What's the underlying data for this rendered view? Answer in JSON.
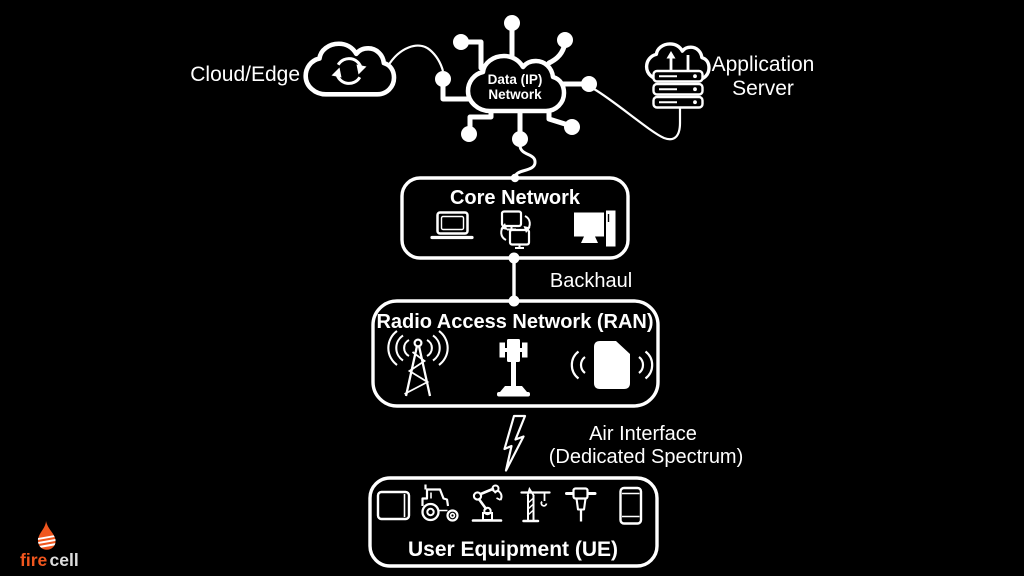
{
  "page": {
    "background": "#000000",
    "foreground": "#FFFFFF"
  },
  "diagram": {
    "cloud_edge": {
      "label": "Cloud/Edge"
    },
    "data_network": {
      "label_line1": "Data (IP)",
      "label_line2": "Network"
    },
    "application_server": {
      "label_line1": "Application",
      "label_line2": "Server"
    },
    "core_network": {
      "title": "Core Network"
    },
    "links": {
      "backhaul_label": "Backhaul",
      "air_interface_line1": "Air Interface",
      "air_interface_line2": "(Dedicated Spectrum)"
    },
    "ran": {
      "title": "Radio Access Network (RAN)"
    },
    "user_equipment": {
      "title": "User Equipment (UE)"
    }
  },
  "icons": {
    "cloud_edge_icon": "sync-cloud-icon",
    "data_network_icon": "network-cloud-icon",
    "application_server_icon": "cloud-server-stack-icon",
    "core_icons": [
      "laptop-icon",
      "sync-monitors-icon",
      "desktop-computer-icon"
    ],
    "ran_icons": [
      "radio-tower-icon",
      "small-cell-antenna-icon",
      "access-point-icon"
    ],
    "air_interface_icon": "lightning-bolt-icon",
    "ue_icons": [
      "tablet-icon",
      "tractor-icon",
      "robot-arm-icon",
      "crane-icon",
      "jackhammer-icon",
      "smartphone-icon"
    ]
  },
  "brand": {
    "fire": "fire",
    "cell": "cell",
    "flame_color": "#F0561E",
    "cell_color": "#DEDEDE"
  }
}
